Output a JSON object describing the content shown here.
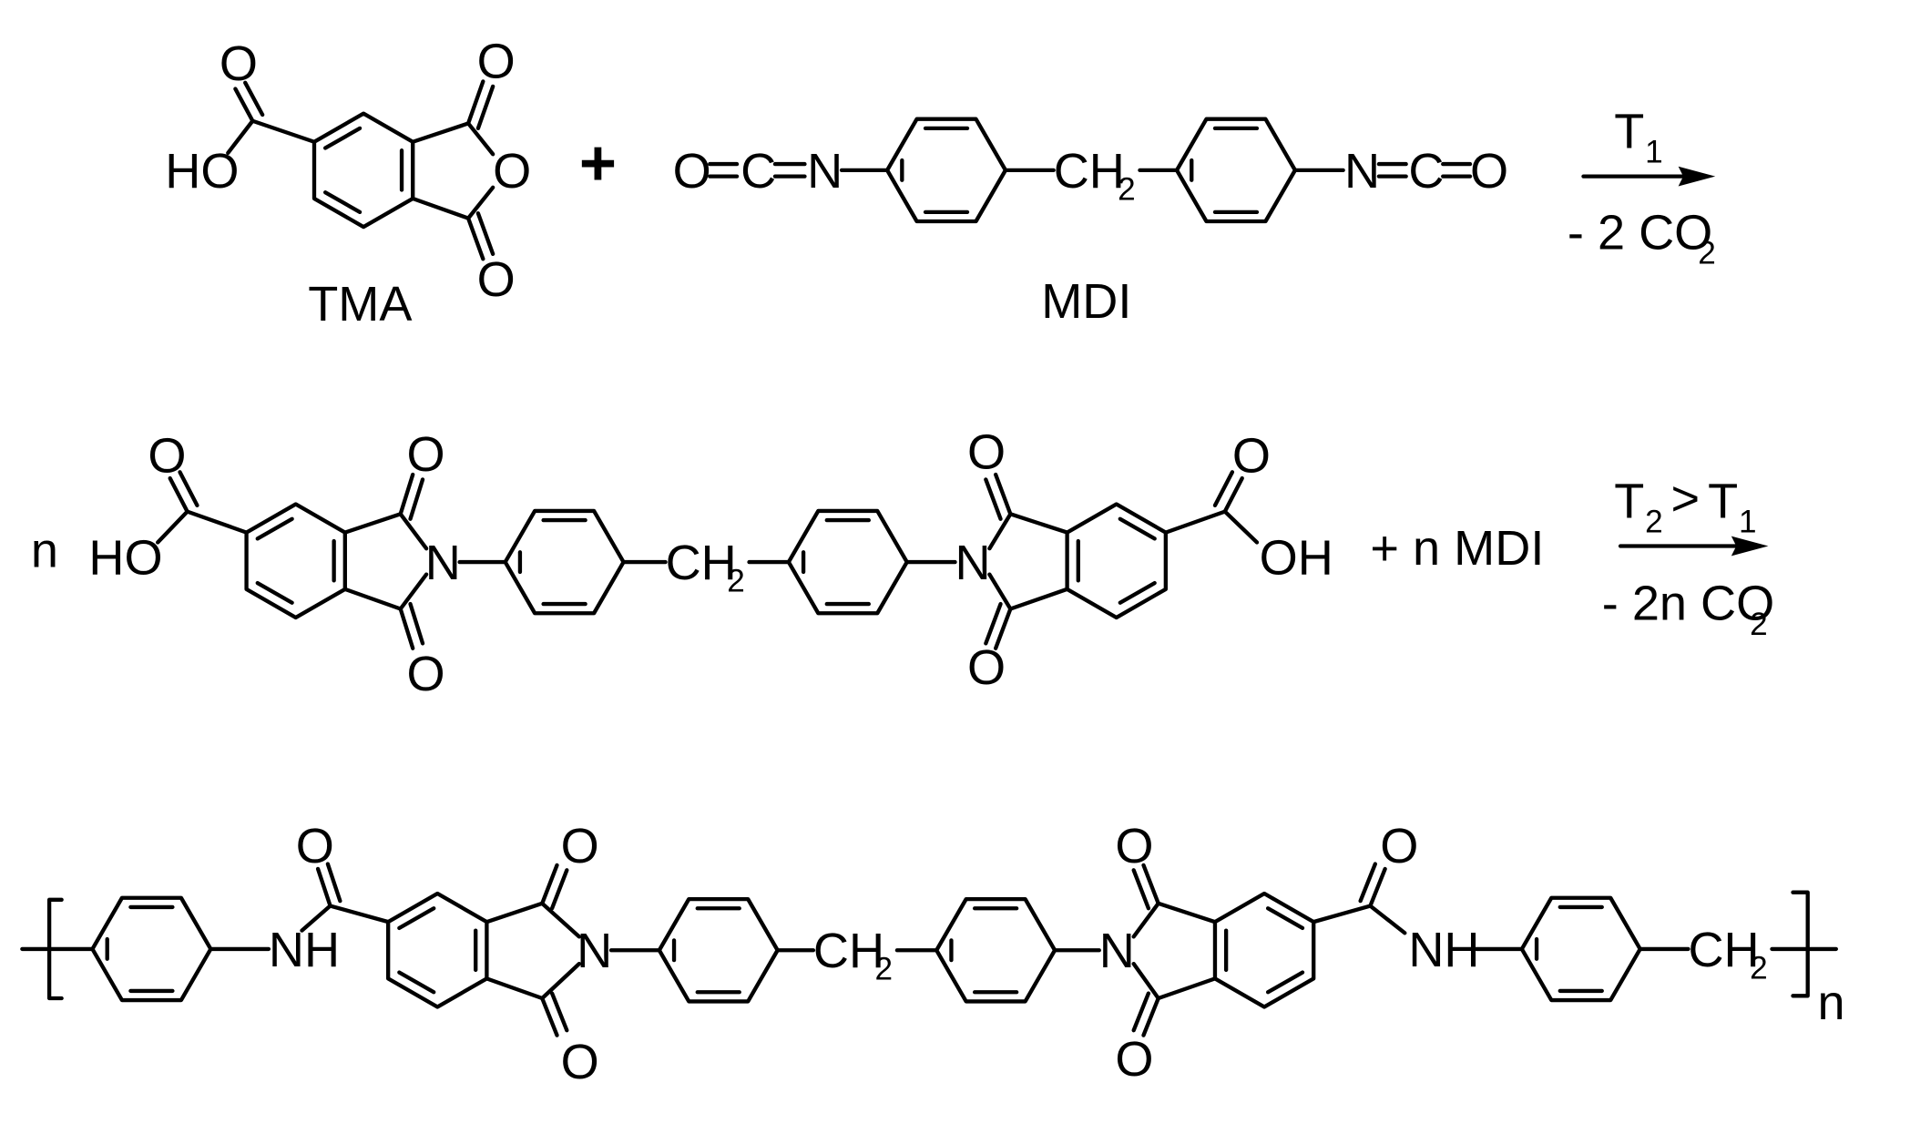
{
  "scheme": {
    "compounds": {
      "tma": "TMA",
      "mdi": "MDI"
    },
    "atoms": {
      "o": "O",
      "n": "N",
      "c": "C",
      "h": "H",
      "ho": "HO",
      "oh": "OH",
      "nh": "NH",
      "ch": "CH",
      "two": "2"
    },
    "operators": {
      "plus": "+",
      "plus_n_mdi": "+ n MDI",
      "n": "n"
    },
    "arrow1": {
      "top": "T",
      "top_sub": "1",
      "bottom": "- 2 CO",
      "bottom_sub": "2"
    },
    "arrow2": {
      "top_a": "T",
      "top_a_sub": "2",
      "top_gt": ">",
      "top_b": "T",
      "top_b_sub": "1",
      "bottom": "- 2n CO",
      "bottom_sub": "2"
    },
    "polymer_repeat": "n"
  }
}
